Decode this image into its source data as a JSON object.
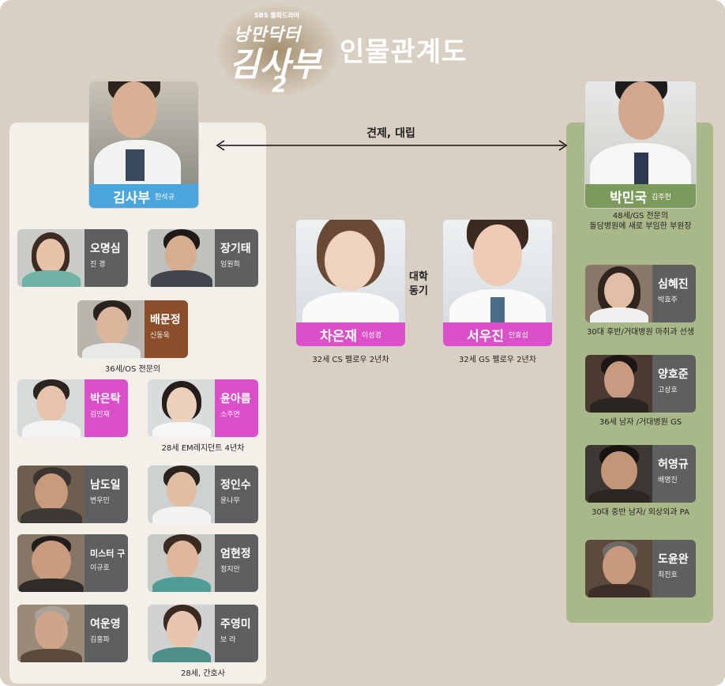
{
  "header": {
    "logo_small": "SBS 월화드라마",
    "logo_line1": "낭만닥터",
    "logo_line2": "김사부",
    "logo_number": "2",
    "title": "인물관계도"
  },
  "relation": {
    "label": "견제, 대립"
  },
  "bond": {
    "line1": "대학",
    "line2": "동기"
  },
  "colors": {
    "blue": "#4aa6dc",
    "green": "#7c9a5c",
    "magenta": "#db4fc9",
    "brown": "#8a4e2a",
    "gray": "#5e5f60"
  },
  "main": {
    "kim": {
      "name": "김사부",
      "actor": "한석규"
    },
    "park": {
      "name": "박민국",
      "actor": "김주헌",
      "caption_line1": "48세/GS 전문의",
      "caption_line2": "돌담병원에 새로 부임한 부원장"
    },
    "cha": {
      "name": "차은재",
      "actor": "이성경",
      "caption": "32세 CS 펠로우 2년차"
    },
    "seo": {
      "name": "서우진",
      "actor": "안효섭",
      "caption": "32세 GS 펠로우 2년차"
    }
  },
  "left": {
    "oh": {
      "name": "오명심",
      "actor": "진 경"
    },
    "jang": {
      "name": "장기태",
      "actor": "임원희"
    },
    "bae": {
      "name": "배문정",
      "actor": "신동욱",
      "caption": "36세/OS 전문의"
    },
    "park_eun": {
      "name": "박은탁",
      "actor": "김민재"
    },
    "yoon": {
      "name": "윤아름",
      "actor": "소주연",
      "caption": "28세 EM레지던트 4년차"
    },
    "nam": {
      "name": "남도일",
      "actor": "변우민"
    },
    "jung": {
      "name": "정인수",
      "actor": "윤나무"
    },
    "mr": {
      "name": "미스터 구",
      "actor": "이규호"
    },
    "eom": {
      "name": "엄현정",
      "actor": "정지안"
    },
    "yeo": {
      "name": "여운영",
      "actor": "김홍파"
    },
    "joo": {
      "name": "주영미",
      "actor": "보 라",
      "caption": "28세, 간호사"
    }
  },
  "right": {
    "sim": {
      "name": "심혜진",
      "actor": "박효주",
      "caption": "30대 후반/거대병원 마취과 선생"
    },
    "yang": {
      "name": "양호준",
      "actor": "고상호",
      "caption": "36세 남자 /거대병원  GS"
    },
    "heo": {
      "name": "허영규",
      "actor": "배명진",
      "caption": "30대 중반 남자/ 외상외과  PA"
    },
    "do": {
      "name": "도윤완",
      "actor": "최진호"
    }
  }
}
